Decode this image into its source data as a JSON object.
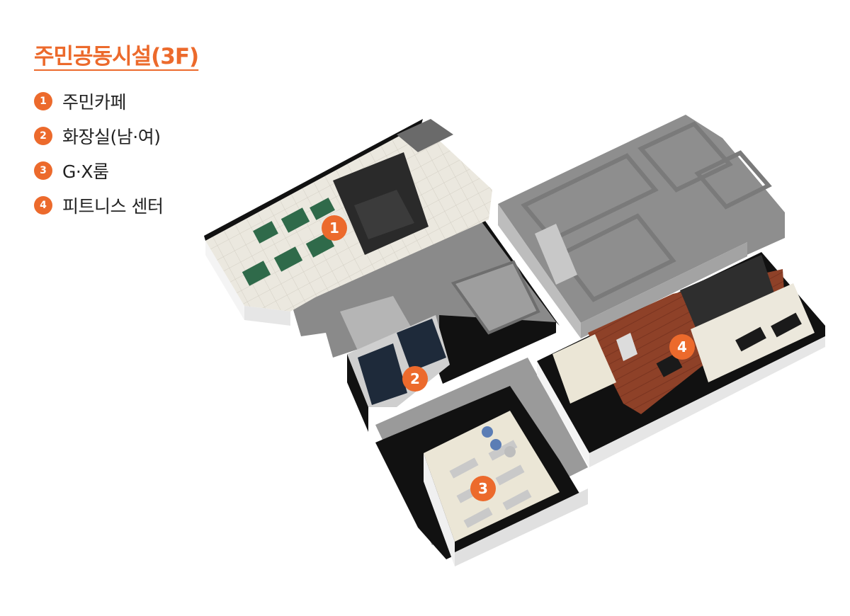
{
  "title": "주민공동시설(3F)",
  "legend": [
    {
      "num": "1",
      "label": "주민카페"
    },
    {
      "num": "2",
      "label": "화장실(남·여)"
    },
    {
      "num": "3",
      "label": "G·X룸"
    },
    {
      "num": "4",
      "label": "피트니스 센터"
    }
  ],
  "colors": {
    "accent": "#ec6a2c",
    "wall": "#111111",
    "wall_side": "#f2f2f2",
    "greyed_area": "#8c8c8c",
    "floor_tile": "#e9e6dd",
    "floor_wood": "#8a3f26",
    "corridor": "#9a9a9a"
  },
  "markers": [
    "1",
    "2",
    "3",
    "4"
  ]
}
